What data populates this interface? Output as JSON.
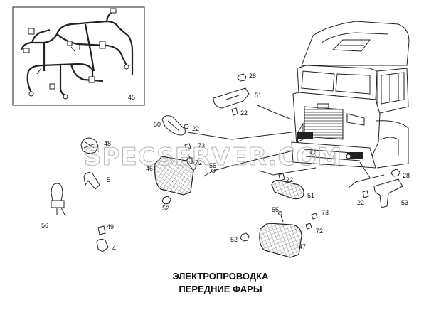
{
  "title": {
    "line1": "ЭЛЕКТРОПРОВОДКА",
    "line2": "ПЕРЕДНИЕ ФАРЫ"
  },
  "watermark": "SPECSERVER.COM",
  "callouts": {
    "c45": "45",
    "c28a": "28",
    "c51": "51",
    "c22a": "22",
    "c50": "50",
    "c22b": "22",
    "c48": "48",
    "c73a": "73",
    "c72a": "72",
    "c55a": "55",
    "c46": "46",
    "c5": "5",
    "c52a": "52",
    "c56": "56",
    "c49": "49",
    "c4": "4",
    "c22c": "22",
    "c51b": "51",
    "c28b": "28",
    "c22d": "22",
    "c53": "53",
    "c55b": "55",
    "c73b": "73",
    "c72b": "72",
    "c52b": "52",
    "c47": "47"
  },
  "colors": {
    "line": "#222222",
    "watermark": "#b9b9b9",
    "background": "#ffffff"
  }
}
